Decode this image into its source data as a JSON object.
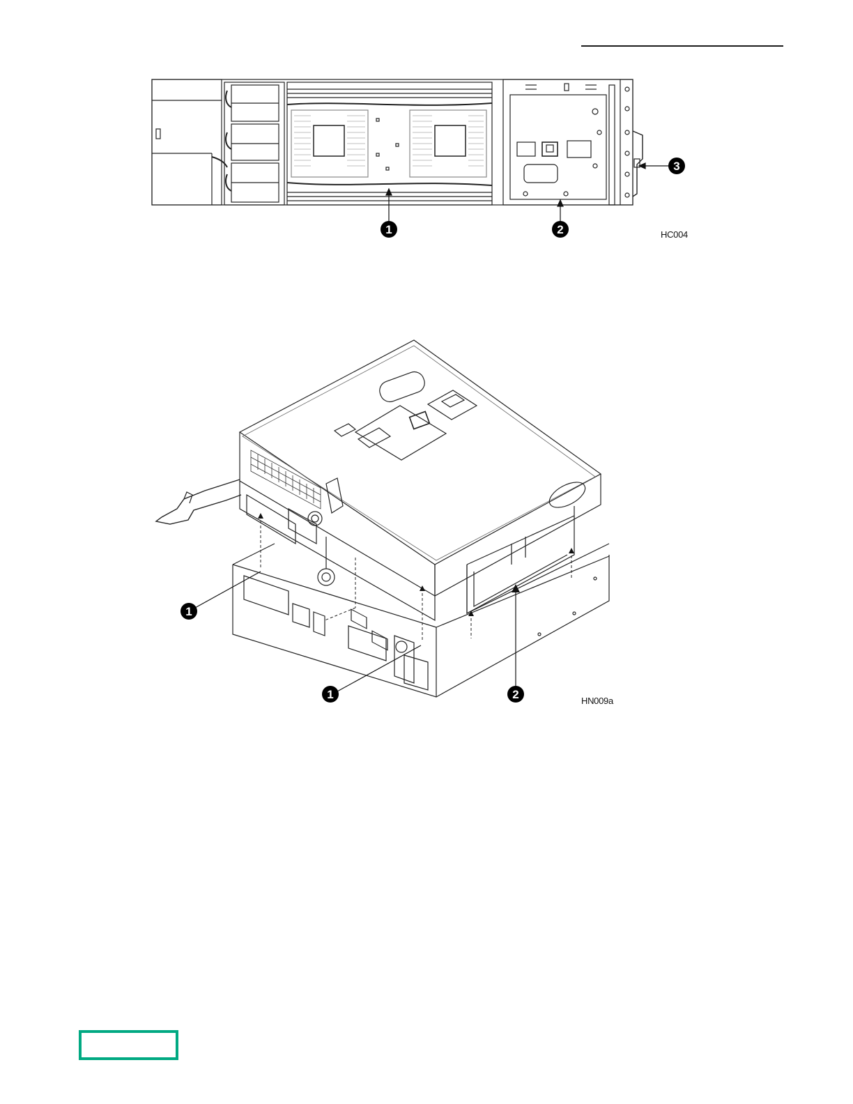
{
  "figure1": {
    "code": "HC004",
    "callouts": [
      "1",
      "2",
      "3"
    ]
  },
  "figure2": {
    "code": "HN009a",
    "callouts": [
      "1",
      "1",
      "2"
    ]
  },
  "colors": {
    "brand_green": "#01a982",
    "line": "#222222",
    "callout_fill": "#000000"
  },
  "icons": {
    "logo": "hpe-logo-outline"
  }
}
